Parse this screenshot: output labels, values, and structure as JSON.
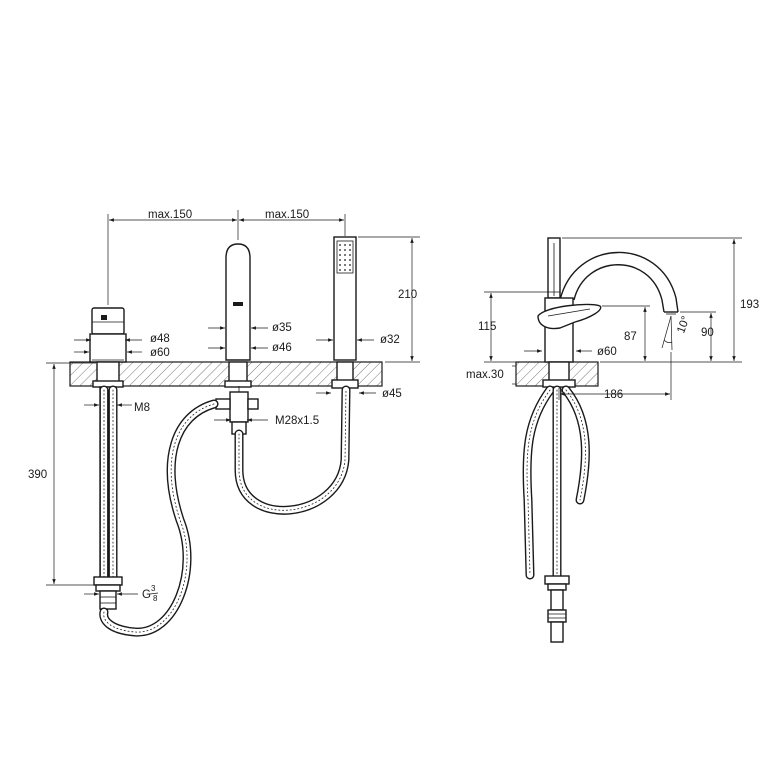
{
  "front_view": {
    "dims": {
      "spacing_left": "max.150",
      "spacing_right": "max.150",
      "height_shower": "210",
      "dia_mixer_top": "ø48",
      "dia_mixer_base": "ø60",
      "dia_spout_top": "ø35",
      "dia_spout_base": "ø46",
      "dia_shower": "ø32",
      "dia_shower_base": "ø45",
      "thread_m8": "M8",
      "thread_m28": "M28x1.5",
      "length_hose": "390",
      "thread_g": "G",
      "thread_g_frac_top": "3",
      "thread_g_frac_bot": "8"
    }
  },
  "side_view": {
    "dims": {
      "height_total": "193",
      "height_handle": "115",
      "height_87": "87",
      "height_90": "90",
      "angle": "10°",
      "dia_base": "ø60",
      "deck_max": "max.30",
      "reach": "186"
    }
  }
}
